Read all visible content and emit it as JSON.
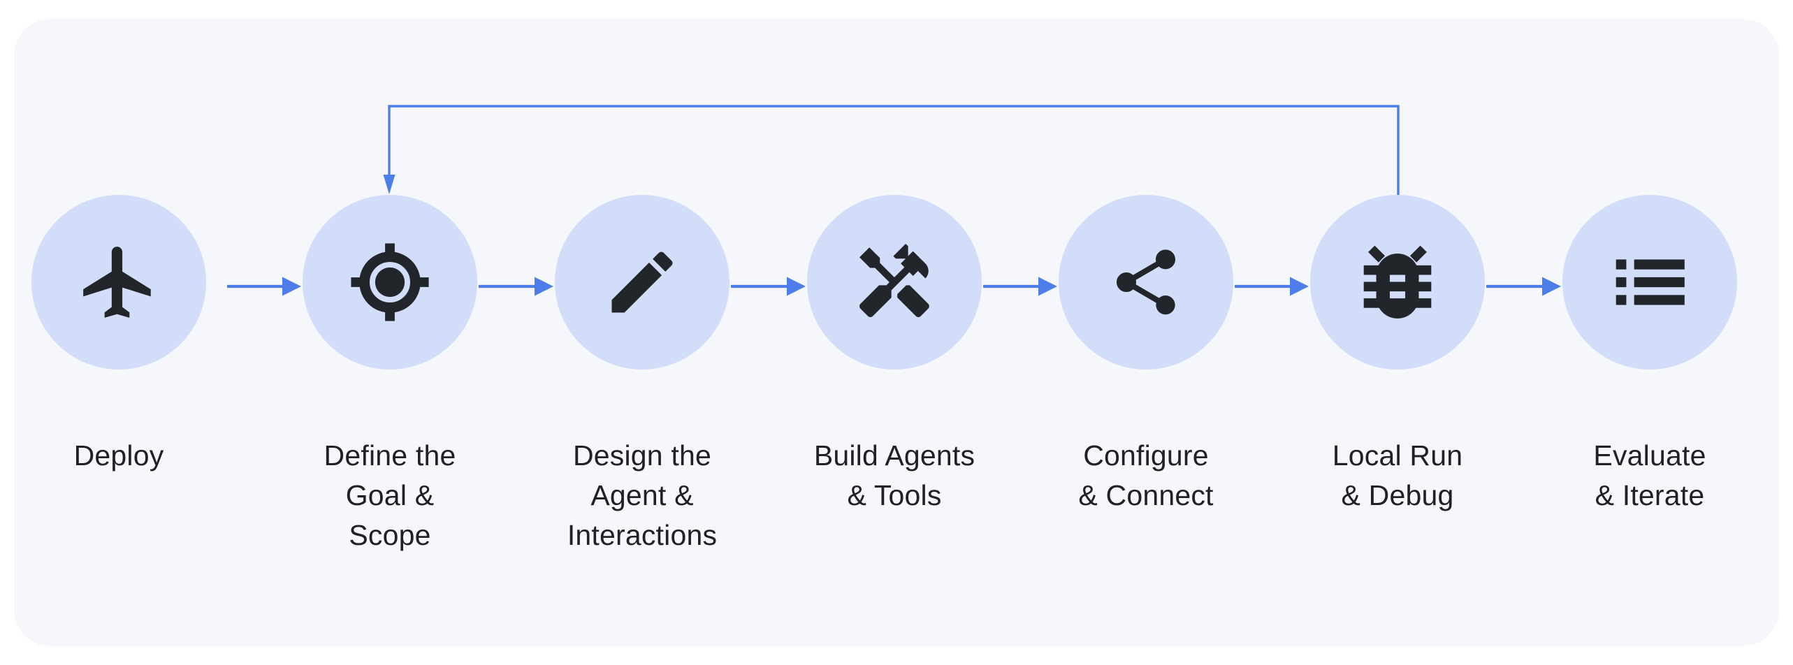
{
  "diagram": {
    "type": "flowchart",
    "direction": "left-to-right",
    "steps": [
      {
        "label": "Define the\nGoal &\nScope",
        "icon": "target-icon"
      },
      {
        "label": "Design the\nAgent &\nInteractions",
        "icon": "pencil-icon"
      },
      {
        "label": "Build Agents\n& Tools",
        "icon": "tools-icon"
      },
      {
        "label": "Configure\n& Connect",
        "icon": "share-icon"
      },
      {
        "label": "Local Run\n& Debug",
        "icon": "bug-icon"
      },
      {
        "label": "Evaluate\n& Iterate",
        "icon": "list-icon"
      },
      {
        "label": "Deploy",
        "icon": "airplane-icon"
      }
    ],
    "connections": [
      {
        "from": "Define the Goal & Scope",
        "to": "Design the Agent & Interactions",
        "type": "forward"
      },
      {
        "from": "Design the Agent & Interactions",
        "to": "Build Agents & Tools",
        "type": "forward"
      },
      {
        "from": "Build Agents & Tools",
        "to": "Configure & Connect",
        "type": "forward"
      },
      {
        "from": "Configure & Connect",
        "to": "Local Run & Debug",
        "type": "forward"
      },
      {
        "from": "Local Run & Debug",
        "to": "Evaluate & Iterate",
        "type": "forward"
      },
      {
        "from": "Evaluate & Iterate",
        "to": "Deploy",
        "type": "forward"
      },
      {
        "from": "Evaluate & Iterate",
        "to": "Design the Agent & Interactions",
        "type": "feedback-loop"
      }
    ],
    "colors": {
      "arrow": "#4d7de8",
      "circle_fill": "#d2ddf9",
      "icon": "#22252a",
      "label_text": "#202124",
      "panel_background": "#f5f7fa",
      "page_background": "#ffffff"
    }
  }
}
